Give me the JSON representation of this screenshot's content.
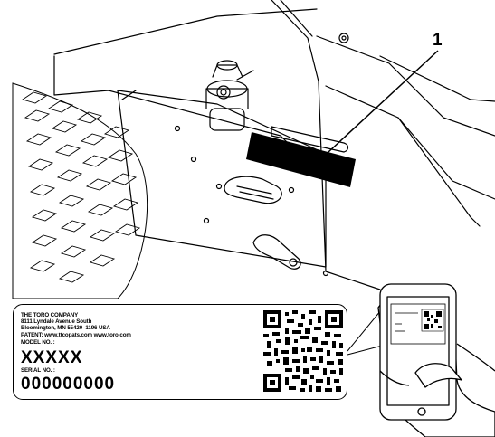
{
  "callout": {
    "number": "1"
  },
  "decal": {
    "company": "THE TORO COMPANY",
    "address_line1": "8111 Lyndale Avenue South",
    "address_line2": "Bloomington, MN 55420–1196 USA",
    "patent_line": "PATENT:  www.ttcopats.com       www.toro.com",
    "model_label": "MODEL NO. :",
    "model_value": "XXXXX",
    "serial_label": "SERIAL NO. :",
    "serial_value": "000000000"
  }
}
